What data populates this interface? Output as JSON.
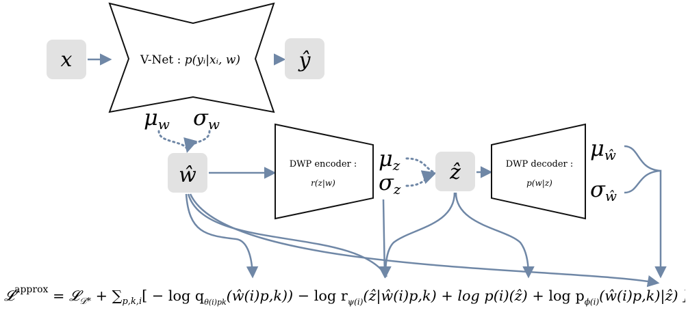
{
  "colors": {
    "arrow": "#6f87a6",
    "box_fill": "#e2e2e2",
    "stroke": "#111111"
  },
  "nodes": {
    "x": "x",
    "y_hat": "ŷ",
    "w_hat": "ŵ",
    "z_hat": "ẑ"
  },
  "vnet": {
    "label": "V-Net : ",
    "expr": "p(yᵢ|xᵢ, w)"
  },
  "encoder": {
    "label": "DWP encoder :",
    "expr": "r(z|w)"
  },
  "decoder": {
    "label": "DWP decoder :",
    "expr": "p(w|z)"
  },
  "params": {
    "mu_w": "μ",
    "mu_w_sub": "w",
    "sigma_w": "σ",
    "sigma_w_sub": "w",
    "mu_z": "μ",
    "mu_z_sub": "z",
    "sigma_z": "σ",
    "sigma_z_sub": "z",
    "mu_what": "μ",
    "mu_what_sub": "ŵ",
    "sigma_what": "σ",
    "sigma_what_sub": "ŵ"
  },
  "formula": {
    "lhs": "𝓛",
    "lhs_sup": "approx",
    "eq": " = ",
    "data_term": "𝓛",
    "data_sub": "𝒟*",
    "plus_sum": " + ∑",
    "sum_sub": "p,k,i",
    "term1": "[ − log q",
    "term1_sub": "θ(i)pk",
    "term1_arg": "(ŵ(i)p,k))",
    "term2": " − log r",
    "term2_sub": "ψ(i)",
    "term2_arg": "(ẑ|ŵ(i)p,k)",
    "term3": " + log p(i)(ẑ)",
    "term4": " + log p",
    "term4_sub": "ϕ(i)",
    "term4_arg": "(ŵ(i)p,k)|ẑ) ]"
  }
}
